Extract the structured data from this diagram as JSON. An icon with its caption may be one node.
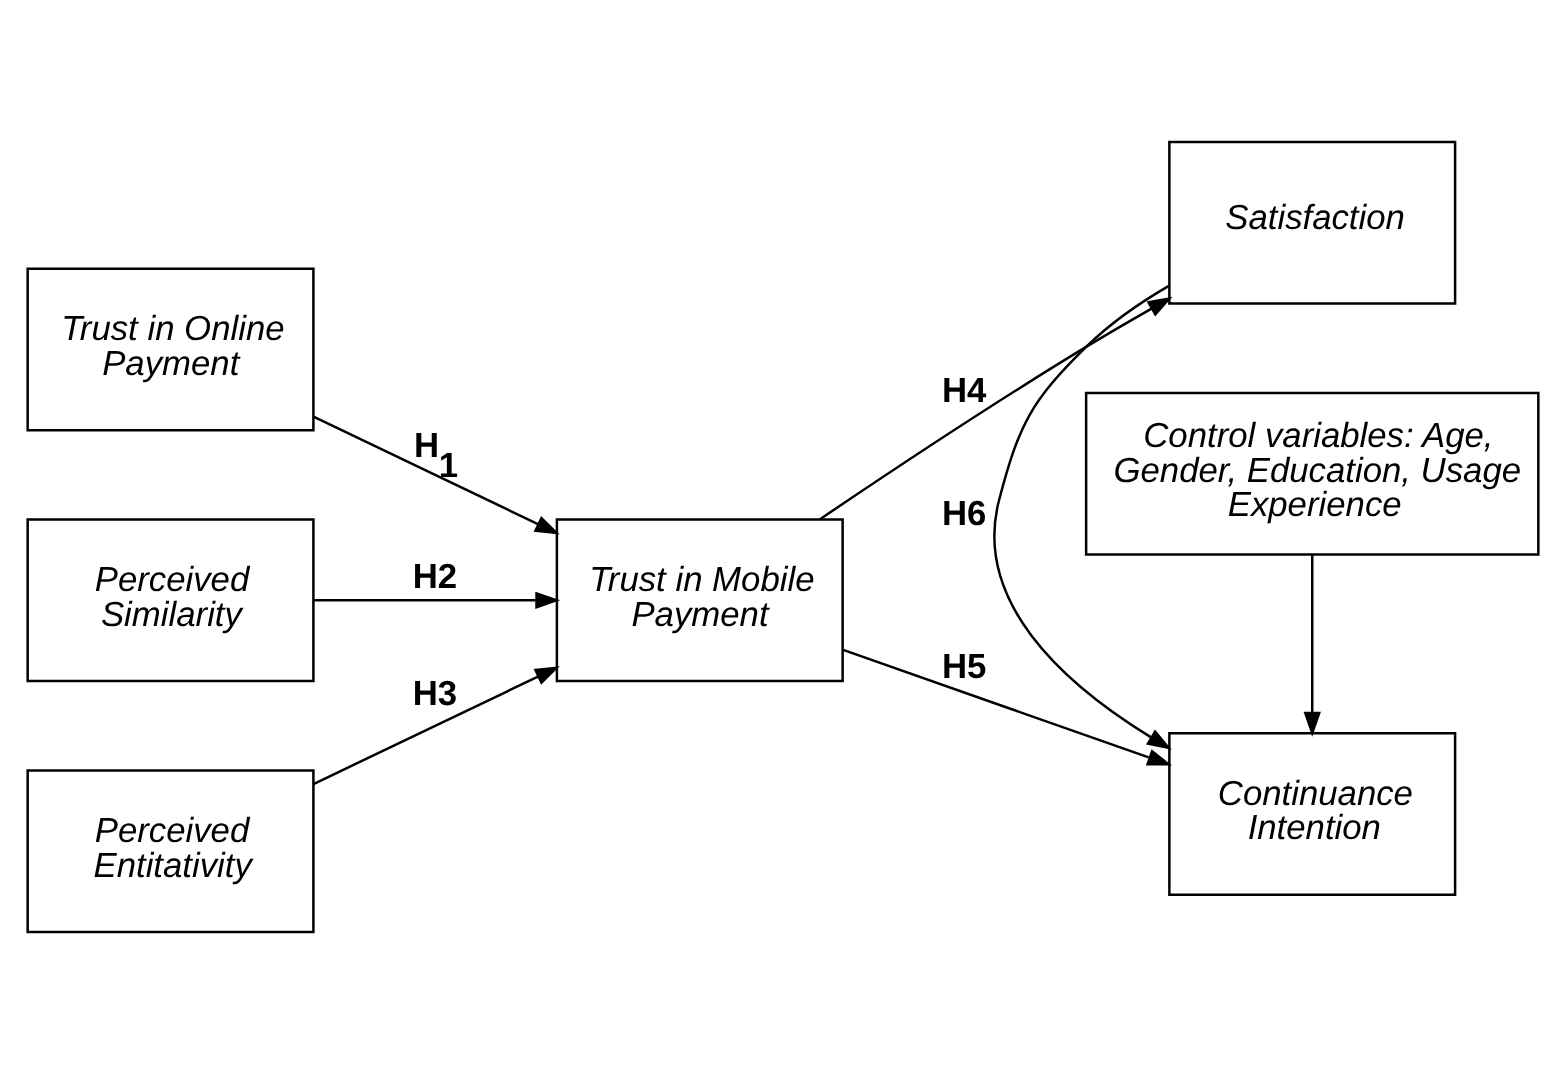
{
  "diagram": {
    "nodes": [
      {
        "text": [
          "Trust in Online Payment"
        ]
      },
      {
        "text": [
          "Perceived Similarity"
        ]
      },
      {
        "text": [
          "Perceived Entitativity"
        ]
      },
      {
        "text": [
          "Trust in Mobile Payment"
        ]
      },
      {
        "text": [
          "Satisfaction"
        ]
      },
      {
        "text": [
          "Continuance Intention"
        ]
      },
      {
        "text": [
          "Control variables: Age, Gender, Education, Usage Experience"
        ]
      }
    ],
    "edges": [
      {
        "from": 0,
        "to": 3,
        "arrow": "to",
        "label": "H$_{1}$"
      },
      {
        "from": 1,
        "to": 3,
        "arrow": "to",
        "label": "H2"
      },
      {
        "from": 2,
        "to": 3,
        "arrow": "to",
        "label": "H3"
      },
      {
        "from": 3,
        "to": 4,
        "arrow": "to",
        "label": "H4"
      },
      {
        "from": 3,
        "to": 5,
        "arrow": "to",
        "label": "H5"
      },
      {
        "from": 4,
        "to": 5,
        "arrow": "to",
        "label": "H6"
      },
      {
        "from": 6,
        "to": 5,
        "arrow": "to"
      }
    ]
  }
}
